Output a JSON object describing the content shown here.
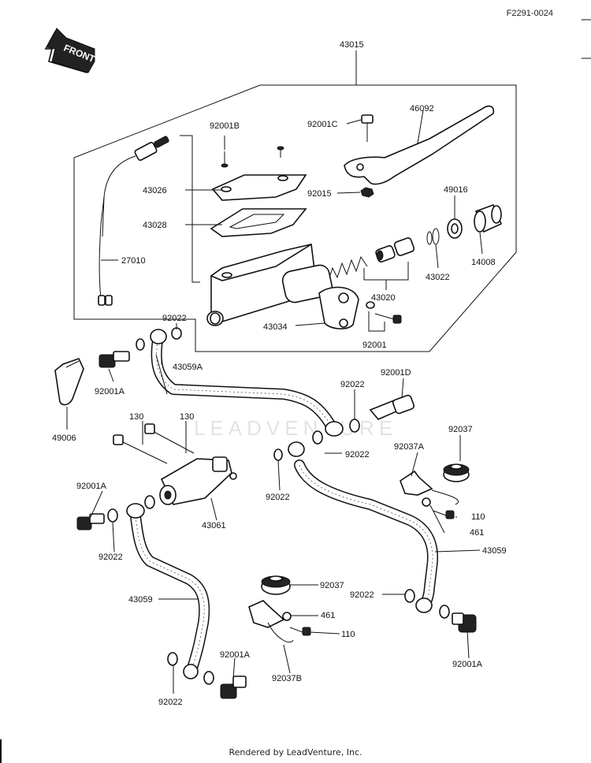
{
  "header": {
    "figure_code": "F2291-0024"
  },
  "front_arrow": {
    "label": "FRONT"
  },
  "watermark": {
    "text": "LEADVENTURE"
  },
  "footer": {
    "text": "Rendered by LeadVenture, Inc."
  },
  "labels": {
    "l43015": "43015",
    "l92001B": "92001B",
    "l92001C": "92001C",
    "l46092": "46092",
    "l43026": "43026",
    "l92015": "92015",
    "l49016": "49016",
    "l43028": "43028",
    "l27010": "27010",
    "l14008": "14008",
    "l43022": "43022",
    "l43020": "43020",
    "l92022a": "92022",
    "l43034": "43034",
    "l92001": "92001",
    "l43059A": "43059A",
    "l92001A_a": "92001A",
    "l92022b": "92022",
    "l92001D": "92001D",
    "l49006": "49006",
    "l130a": "130",
    "l130b": "130",
    "l92022c": "92022",
    "l92037A": "92037A",
    "l92037a": "92037",
    "l92001A_b": "92001A",
    "l92022d": "92022",
    "l110a": "110",
    "l461a": "461",
    "l92022e": "92022",
    "l43061": "43061",
    "l43059a": "43059",
    "l92037b": "92037",
    "l92022f": "92022",
    "l43059b": "43059",
    "l461b": "461",
    "l110b": "110",
    "l92001A_c": "92001A",
    "l92001A_d": "92001A",
    "l92037B": "92037B",
    "l92022g": "92022"
  }
}
